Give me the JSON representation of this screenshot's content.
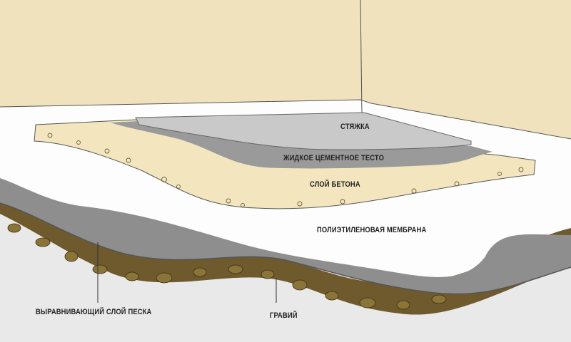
{
  "title": "Floor layers diagram",
  "labels": {
    "screed": "СТЯЖКА",
    "cement_paste": "ЖИДКОЕ ЦЕМЕНТНОЕ ТЕСТО",
    "concrete": "СЛОЙ БЕТОНА",
    "membrane": "ПОЛИЭТИЛЕНОВАЯ МЕМБРАНА",
    "sand": "ВЫРАВНИВАЮЩИЙ СЛОЙ ПЕСКА",
    "gravel": "ГРАВИЙ"
  },
  "colors": {
    "wall": "#efe2bd",
    "concrete": "#f3e6bf",
    "screed": "#c9c9c9",
    "cement_paste": "#9a9a9a",
    "sand": "#8e8e8e",
    "gravel": "#6e5a2c",
    "ground": "#e9e9e9"
  }
}
